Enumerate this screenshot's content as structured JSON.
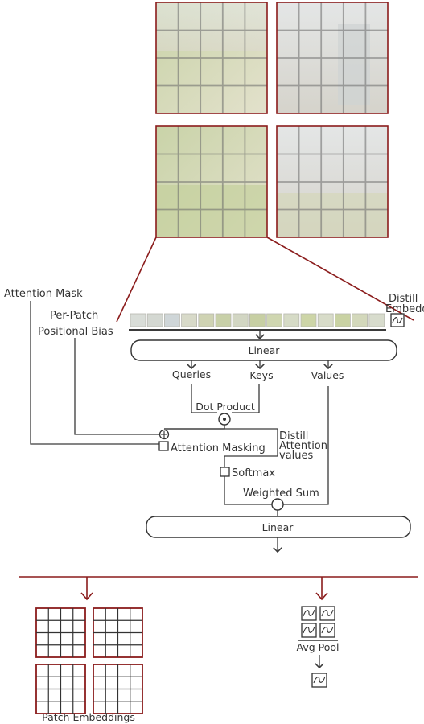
{
  "labels": {
    "distill_embedding": "Distill\nEmbedding",
    "attention_mask": "Attention Mask",
    "per_patch_bias": "Per-Patch\nPositional Bias",
    "linear_top": "Linear",
    "queries": "Queries",
    "keys": "Keys",
    "values": "Values",
    "dot_product": "Dot Product",
    "attention_masking": "Attention Masking",
    "distill_attention_values": "Distill\nAttention\nvalues",
    "softmax": "Softmax",
    "weighted_sum": "Weighted Sum",
    "linear_bottom": "Linear",
    "avg_pool": "Avg Pool",
    "patch_embeddings": "Patch Embeddings"
  },
  "colors": {
    "accent_red": "#8b1c1c",
    "wire": "#3a3a3a",
    "photo_tint": "#e9e4d6"
  },
  "patch_token_count": 15
}
